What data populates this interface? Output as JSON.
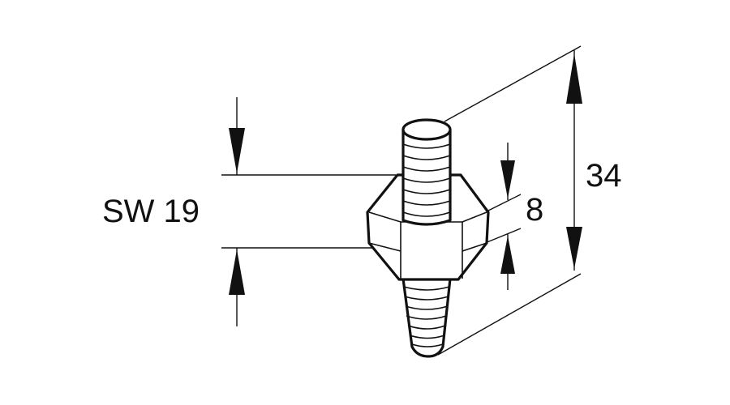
{
  "dimensions": {
    "wrench_size_label": "SW 19",
    "hex_height_label": "8",
    "total_height_label": "34"
  },
  "colors": {
    "line": "#111111",
    "background": "#ffffff"
  }
}
